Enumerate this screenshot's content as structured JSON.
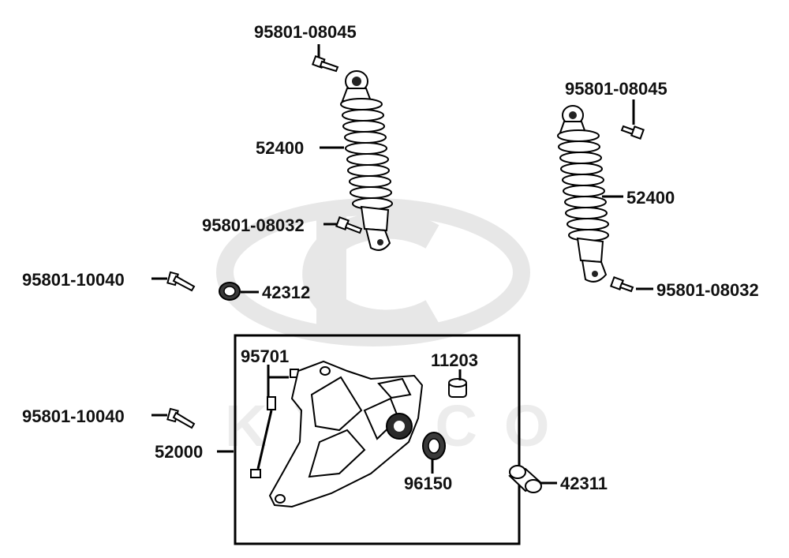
{
  "labels": {
    "shock_left_bolt_top": "95801-08045",
    "shock_right_bolt_top": "95801-08045",
    "shock_left": "52400",
    "shock_right": "52400",
    "shock_left_bolt_bottom": "95801-08032",
    "shock_right_bolt_bottom": "95801-08032",
    "bolt_long_upper": "95801-10040",
    "bolt_long_lower": "95801-10040",
    "bushing_upper": "42312",
    "bushing_lower": "42311",
    "pin": "95701",
    "collar": "11203",
    "bearing": "96150",
    "swing_arm": "52000"
  },
  "watermark": {
    "brand_text": "KYMCO"
  },
  "colors": {
    "line": "#000000",
    "watermark": "#e7e7e7",
    "part_fill": "#ffffff",
    "dark_part": "#2b2b2b"
  }
}
